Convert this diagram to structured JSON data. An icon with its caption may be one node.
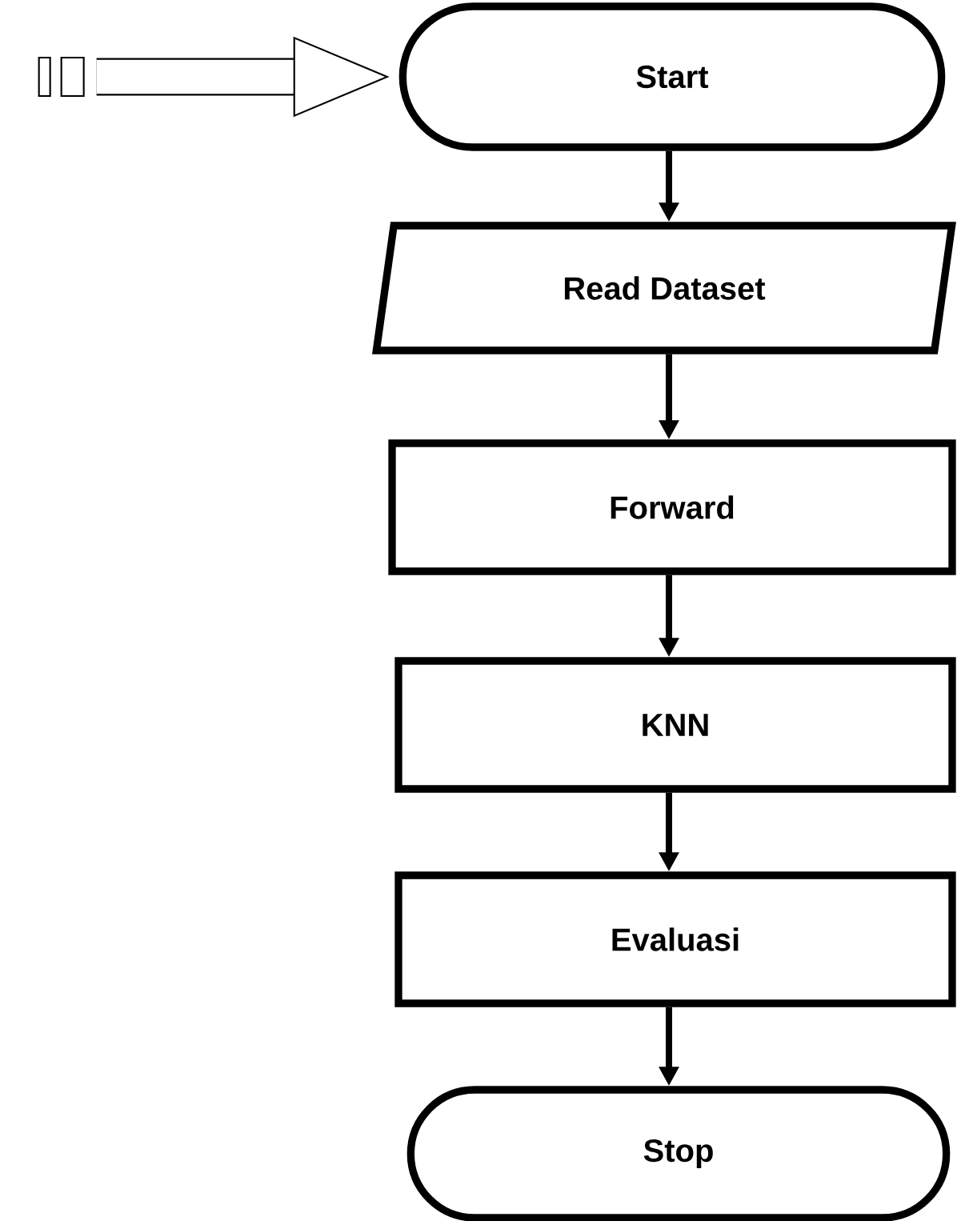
{
  "diagram": {
    "nodes": [
      {
        "text": [
          "Start"
        ]
      },
      {
        "text": [
          "Read Dataset"
        ]
      },
      {
        "text": [
          "Forward"
        ]
      },
      {
        "text": [
          "KNN"
        ]
      },
      {
        "text": [
          "Evaluasi"
        ]
      },
      {
        "text": [
          "Stop"
        ]
      }
    ],
    "edges": [
      {
        "from": null,
        "to": 0,
        "arrow": "to"
      },
      {
        "from": 0,
        "to": 1,
        "arrow": "to"
      },
      {
        "from": 1,
        "to": 2,
        "arrow": "to"
      },
      {
        "from": 2,
        "to": 3,
        "arrow": "to"
      },
      {
        "from": 3,
        "to": 4,
        "arrow": "to"
      },
      {
        "from": 4,
        "to": 5,
        "arrow": "to"
      }
    ]
  }
}
